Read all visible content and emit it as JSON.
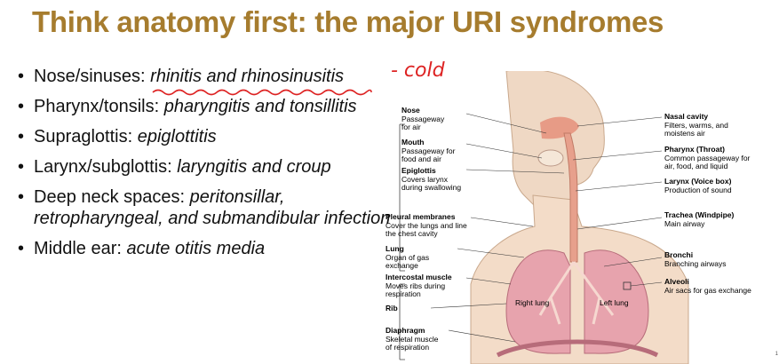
{
  "title": "Think anatomy first: the major URI syndromes",
  "annotation": "- cold",
  "bullets": [
    {
      "lead": "Nose/sinuses: ",
      "italic": "rhinitis and rhinosinusitis"
    },
    {
      "lead": "Pharynx/tonsils: ",
      "italic": "pharyngitis and tonsillitis"
    },
    {
      "lead": "Supraglottis: ",
      "italic": "epiglottitis"
    },
    {
      "lead": "Larynx/subglottis: ",
      "italic": "laryngitis and croup"
    },
    {
      "lead": "Deep neck spaces: ",
      "italic": "peritonsillar, retropharyngeal, and submandibular infection"
    },
    {
      "lead": "Middle ear: ",
      "italic": "acute otitis media"
    }
  ],
  "diagram": {
    "left_labels": [
      {
        "name": "Nose",
        "desc": [
          "Passageway",
          "for air"
        ]
      },
      {
        "name": "Mouth",
        "desc": [
          "Passageway for",
          "food and air"
        ]
      },
      {
        "name": "Epiglottis",
        "desc": [
          "Covers larynx",
          "during swallowing"
        ]
      },
      {
        "name": "Pleural membranes",
        "desc": [
          "Cover the lungs and line",
          "the chest cavity"
        ]
      },
      {
        "name": "Lung",
        "desc": [
          "Organ of gas",
          "exchange"
        ]
      },
      {
        "name": "Intercostal muscle",
        "desc": [
          "Moves ribs during",
          "respiration"
        ]
      },
      {
        "name": "Rib",
        "desc": []
      },
      {
        "name": "Diaphragm",
        "desc": [
          "Skeletal muscle",
          "of respiration"
        ]
      }
    ],
    "right_labels": [
      {
        "name": "Nasal cavity",
        "desc": [
          "Filters, warms, and",
          "moistens air"
        ]
      },
      {
        "name": "Pharynx (Throat)",
        "desc": [
          "Common passageway for",
          "air, food, and liquid"
        ]
      },
      {
        "name": "Larynx (Voice box)",
        "desc": [
          "Production of sound"
        ]
      },
      {
        "name": "Trachea (Windpipe)",
        "desc": [
          "Main airway"
        ]
      },
      {
        "name": "Bronchi",
        "desc": [
          "Branching airways"
        ]
      },
      {
        "name": "Alveoli",
        "desc": [
          "Air sacs for gas exchange"
        ]
      }
    ],
    "inner_labels": {
      "right_lung": "Right lung",
      "left_lung": "Left lung"
    }
  },
  "slide_mark": "1"
}
